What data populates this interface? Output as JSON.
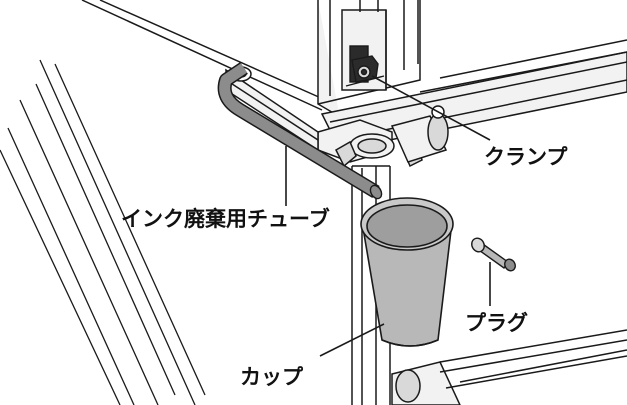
{
  "labels": {
    "clamp": "クランプ",
    "tube": "インク廃棄用チューブ",
    "plug": "プラグ",
    "cup": "カップ"
  },
  "colors": {
    "line": "#1a1a1a",
    "metal_light": "#f2f2f2",
    "metal_mid": "#d9d9d9",
    "tube_gray": "#8c8c8c",
    "cup_gray": "#b8b8b8",
    "dark_part": "#2b2b2b",
    "background": "#ffffff"
  }
}
